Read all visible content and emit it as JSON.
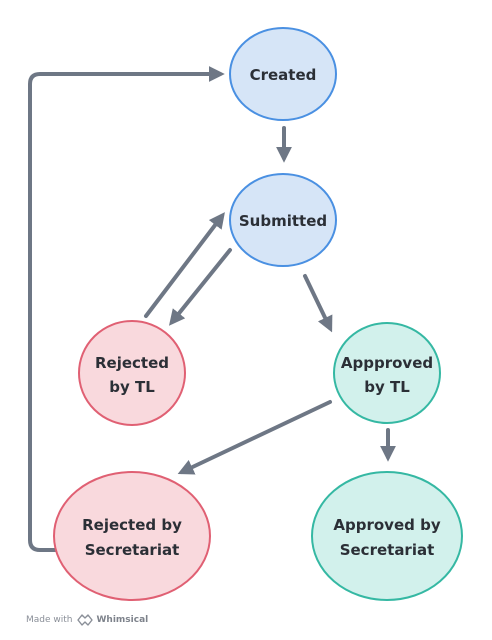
{
  "nodes": {
    "created": {
      "label": "Created"
    },
    "submitted": {
      "label": "Submitted"
    },
    "rejected_tl": {
      "label_line1": "Rejected",
      "label_line2": "by TL"
    },
    "approved_tl": {
      "label_line1": "Appproved",
      "label_line2": "by TL"
    },
    "rejected_sec": {
      "label_line1": "Rejected by",
      "label_line2": "Secretariat"
    },
    "approved_sec": {
      "label_line1": "Approved by",
      "label_line2": "Secretariat"
    }
  },
  "colors": {
    "blue_fill": "#d6e5f7",
    "blue_stroke": "#4a90e2",
    "red_fill": "#f9d9dd",
    "red_stroke": "#e06073",
    "teal_fill": "#d2f1ec",
    "teal_stroke": "#35b8a3",
    "arrow": "#6e7785"
  },
  "footer": {
    "made_with": "Made with",
    "brand": "Whimsical"
  }
}
